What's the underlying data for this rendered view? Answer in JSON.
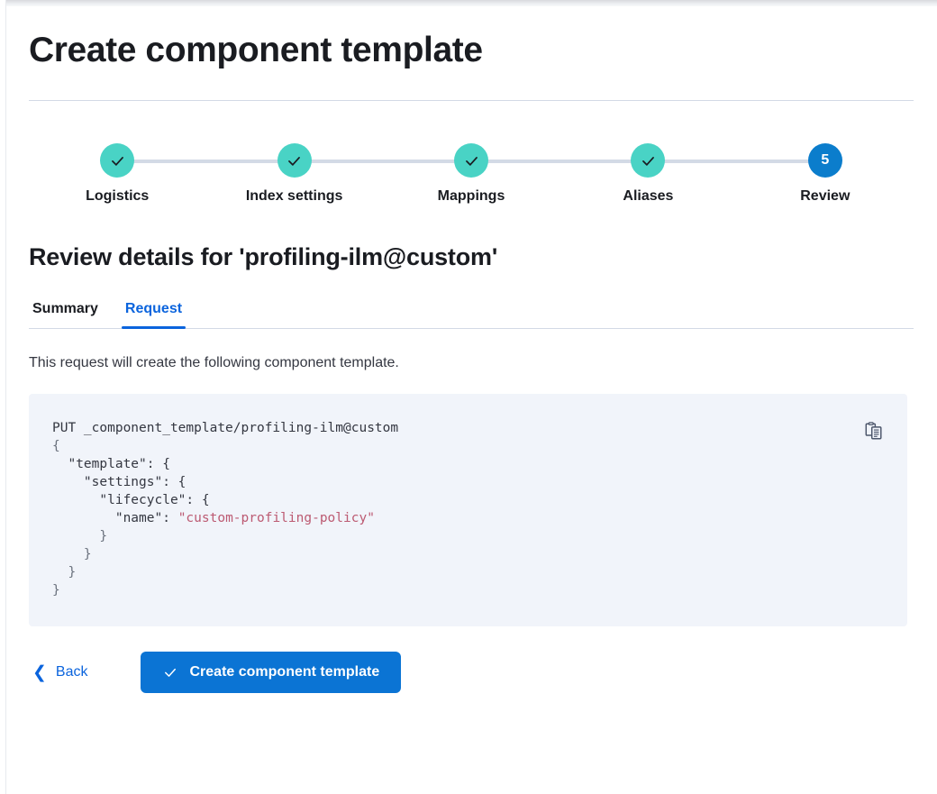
{
  "window": {
    "title": "Create component template"
  },
  "header": {
    "title": "Create component template"
  },
  "stepper": {
    "steps": [
      {
        "label": "Logistics",
        "number": "1",
        "state": "complete",
        "icon": "check-icon"
      },
      {
        "label": "Index settings",
        "number": "2",
        "state": "complete",
        "icon": "check-icon"
      },
      {
        "label": "Mappings",
        "number": "3",
        "state": "complete",
        "icon": "check-icon"
      },
      {
        "label": "Aliases",
        "number": "4",
        "state": "complete",
        "icon": "check-icon"
      },
      {
        "label": "Review",
        "number": "5",
        "state": "current",
        "icon": ""
      }
    ]
  },
  "review": {
    "section_title": "Review details for 'profiling-ilm@custom'",
    "template_name": "profiling-ilm@custom",
    "tabs": [
      {
        "label": "Summary",
        "active": false
      },
      {
        "label": "Request",
        "active": true
      }
    ],
    "intro_text": "This request will create the following component template.",
    "copy_icon": "copy-clipboard-icon",
    "request": {
      "method": "PUT",
      "path": "_component_template/profiling-ilm@custom",
      "line_method": "PUT _component_template/profiling-ilm@custom",
      "line_open_brace": "{",
      "line_template": "  \"template\": {",
      "line_settings": "    \"settings\": {",
      "line_lifecycle": "      \"lifecycle\": {",
      "line_name_key": "        \"name\": ",
      "line_name_value": "\"custom-profiling-policy\"",
      "line_close_1": "      }",
      "line_close_2": "    }",
      "line_close_3": "  }",
      "line_close_4": "}",
      "policy_name": "custom-profiling-policy"
    }
  },
  "footer": {
    "back_label": "Back",
    "back_icon": "chevron-left-icon",
    "submit_label": "Create component template",
    "submit_icon": "check-icon"
  },
  "colors": {
    "accent_blue": "#0b74d4",
    "link_blue": "#0b64dd",
    "step_complete_teal": "#49d3c5",
    "step_current_blue": "#0b7dcc",
    "code_bg": "#f1f4fa",
    "code_string": "#bc5a72",
    "rule": "#d3dae6"
  }
}
